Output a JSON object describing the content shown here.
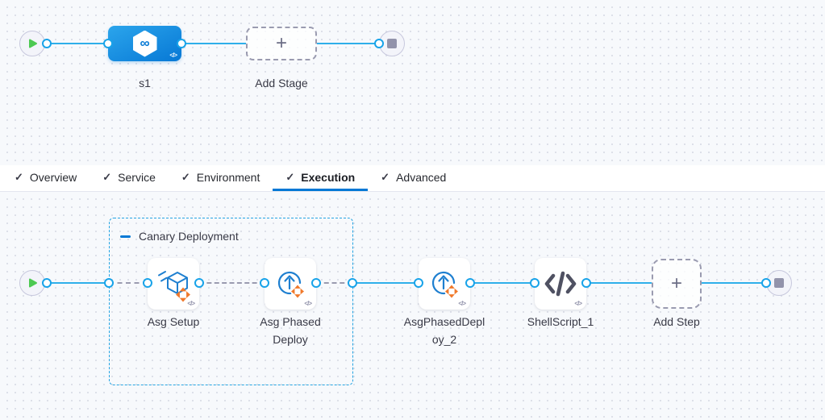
{
  "colors": {
    "edge_blue": "#2fafea",
    "edge_dash_gray": "#9a9bb0",
    "accent_blue": "#0278d5",
    "stage_blue_start": "#2ba5ec",
    "stage_blue_end": "#0778d5",
    "canvas_bg": "#f7f9fc",
    "label_dark": "#383946",
    "node_gray": "#9293ab",
    "play_green": "#4dc952",
    "icon_blue": "#1e7fd0",
    "icon_orange": "#f0782a",
    "shell_icon_gray": "#4f5162"
  },
  "stage_pipeline": {
    "start_node": "play",
    "end_node": "stop",
    "stages": [
      {
        "name": "s1",
        "icon": "cd-stage-icon"
      }
    ],
    "add_stage_label": "Add Stage"
  },
  "tab_bar": {
    "tabs": [
      {
        "label": "Overview",
        "checked": true,
        "active": false
      },
      {
        "label": "Service",
        "checked": true,
        "active": false
      },
      {
        "label": "Environment",
        "checked": true,
        "active": false
      },
      {
        "label": "Execution",
        "checked": true,
        "active": true
      },
      {
        "label": "Advanced",
        "checked": true,
        "active": false
      }
    ]
  },
  "execution": {
    "group": {
      "label": "Canary Deployment",
      "collapsible": true
    },
    "steps": [
      {
        "label": "Asg Setup",
        "icon": "asg-setup-icon",
        "in_group": true
      },
      {
        "label": "Asg Phased Deploy",
        "icon": "asg-phased-deploy-icon",
        "in_group": true
      },
      {
        "label": "AsgPhasedDeploy_2",
        "icon": "asg-phased-deploy-icon",
        "in_group": false
      },
      {
        "label": "ShellScript_1",
        "icon": "shell-script-icon",
        "in_group": false
      }
    ],
    "add_step_label": "Add Step"
  },
  "glyphs": {
    "plus": "+",
    "check": "✓",
    "infinity": "∞",
    "code_badge": "</>"
  }
}
